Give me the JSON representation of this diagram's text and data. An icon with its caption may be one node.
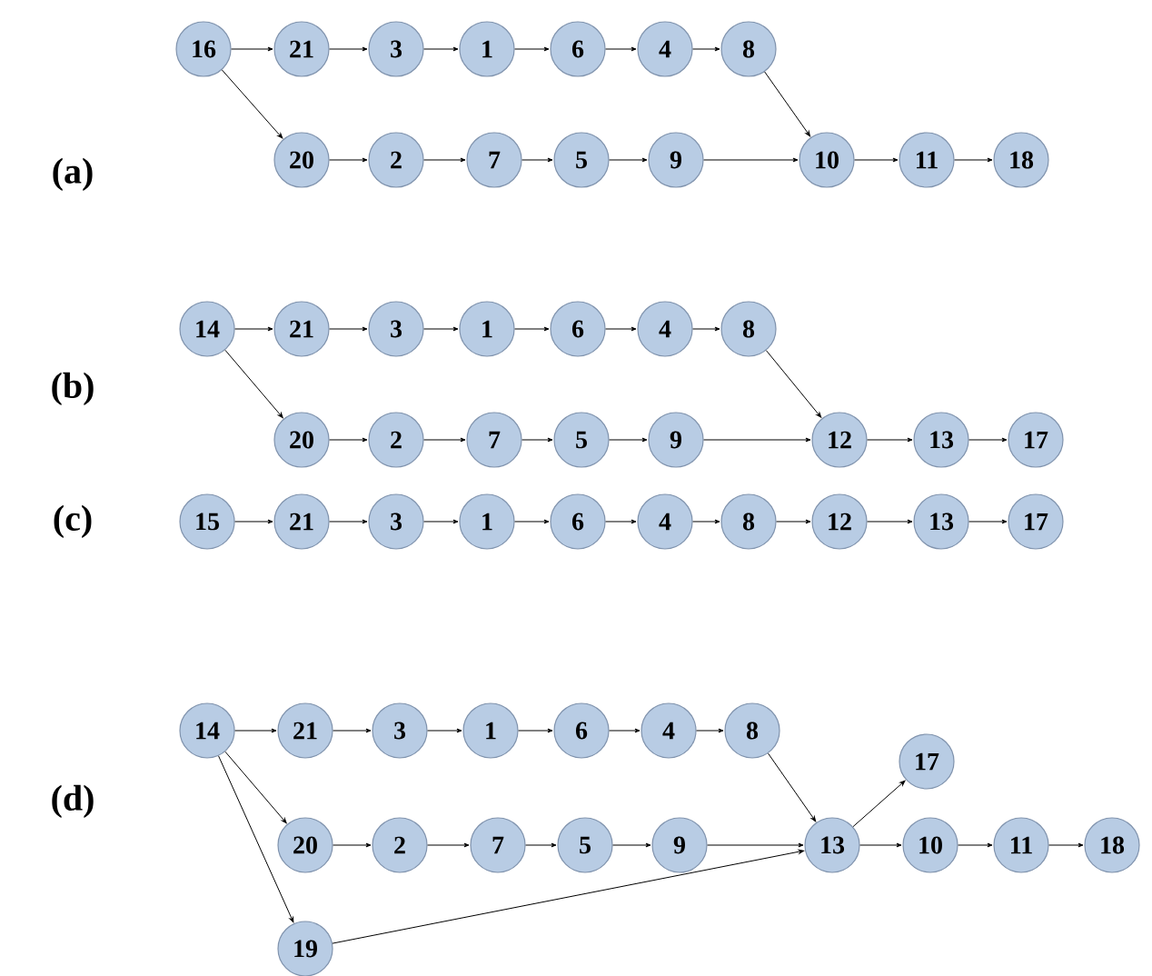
{
  "diagram": {
    "nodes": [
      {
        "text": [
          "16"
        ]
      },
      {
        "text": [
          "21"
        ]
      },
      {
        "text": [
          "3"
        ]
      },
      {
        "text": [
          "1"
        ]
      },
      {
        "text": [
          "6"
        ]
      },
      {
        "text": [
          "4"
        ]
      },
      {
        "text": [
          "8"
        ]
      },
      {
        "text": [
          "20"
        ]
      },
      {
        "text": [
          "2"
        ]
      },
      {
        "text": [
          "7"
        ]
      },
      {
        "text": [
          "5"
        ]
      },
      {
        "text": [
          "9"
        ]
      },
      {
        "text": [
          "10"
        ]
      },
      {
        "text": [
          "11"
        ]
      },
      {
        "text": [
          "18"
        ]
      },
      {
        "text": [
          "14"
        ]
      },
      {
        "text": [
          "21"
        ]
      },
      {
        "text": [
          "3"
        ]
      },
      {
        "text": [
          "1"
        ]
      },
      {
        "text": [
          "6"
        ]
      },
      {
        "text": [
          "4"
        ]
      },
      {
        "text": [
          "8"
        ]
      },
      {
        "text": [
          "20"
        ]
      },
      {
        "text": [
          "2"
        ]
      },
      {
        "text": [
          "7"
        ]
      },
      {
        "text": [
          "5"
        ]
      },
      {
        "text": [
          "9"
        ]
      },
      {
        "text": [
          "12"
        ]
      },
      {
        "text": [
          "13"
        ]
      },
      {
        "text": [
          "17"
        ]
      },
      {
        "text": [
          "15"
        ]
      },
      {
        "text": [
          "21"
        ]
      },
      {
        "text": [
          "3"
        ]
      },
      {
        "text": [
          "1"
        ]
      },
      {
        "text": [
          "6"
        ]
      },
      {
        "text": [
          "4"
        ]
      },
      {
        "text": [
          "8"
        ]
      },
      {
        "text": [
          "12"
        ]
      },
      {
        "text": [
          "13"
        ]
      },
      {
        "text": [
          "17"
        ]
      },
      {
        "text": [
          "14"
        ]
      },
      {
        "text": [
          "21"
        ]
      },
      {
        "text": [
          "3"
        ]
      },
      {
        "text": [
          "1"
        ]
      },
      {
        "text": [
          "6"
        ]
      },
      {
        "text": [
          "4"
        ]
      },
      {
        "text": [
          "8"
        ]
      },
      {
        "text": [
          "17"
        ]
      },
      {
        "text": [
          "20"
        ]
      },
      {
        "text": [
          "2"
        ]
      },
      {
        "text": [
          "7"
        ]
      },
      {
        "text": [
          "5"
        ]
      },
      {
        "text": [
          "9"
        ]
      },
      {
        "text": [
          "13"
        ]
      },
      {
        "text": [
          "10"
        ]
      },
      {
        "text": [
          "11"
        ]
      },
      {
        "text": [
          "18"
        ]
      },
      {
        "text": [
          "19"
        ]
      }
    ],
    "edges": [
      {
        "from": 0,
        "to": 1,
        "arrow": "to"
      },
      {
        "from": 1,
        "to": 2,
        "arrow": "to"
      },
      {
        "from": 2,
        "to": 3,
        "arrow": "to"
      },
      {
        "from": 3,
        "to": 4,
        "arrow": "to"
      },
      {
        "from": 4,
        "to": 5,
        "arrow": "to"
      },
      {
        "from": 5,
        "to": 6,
        "arrow": "to"
      },
      {
        "from": 0,
        "to": 7,
        "arrow": "to"
      },
      {
        "from": 7,
        "to": 8,
        "arrow": "to"
      },
      {
        "from": 8,
        "to": 9,
        "arrow": "to"
      },
      {
        "from": 9,
        "to": 10,
        "arrow": "to"
      },
      {
        "from": 10,
        "to": 11,
        "arrow": "to"
      },
      {
        "from": 11,
        "to": 12,
        "arrow": "to"
      },
      {
        "from": 6,
        "to": 12,
        "arrow": "to"
      },
      {
        "from": 12,
        "to": 13,
        "arrow": "to"
      },
      {
        "from": 13,
        "to": 14,
        "arrow": "to"
      },
      {
        "from": 15,
        "to": 16,
        "arrow": "to"
      },
      {
        "from": 16,
        "to": 17,
        "arrow": "to"
      },
      {
        "from": 17,
        "to": 18,
        "arrow": "to"
      },
      {
        "from": 18,
        "to": 19,
        "arrow": "to"
      },
      {
        "from": 19,
        "to": 20,
        "arrow": "to"
      },
      {
        "from": 20,
        "to": 21,
        "arrow": "to"
      },
      {
        "from": 15,
        "to": 22,
        "arrow": "to"
      },
      {
        "from": 22,
        "to": 23,
        "arrow": "to"
      },
      {
        "from": 23,
        "to": 24,
        "arrow": "to"
      },
      {
        "from": 24,
        "to": 25,
        "arrow": "to"
      },
      {
        "from": 25,
        "to": 26,
        "arrow": "to"
      },
      {
        "from": 26,
        "to": 27,
        "arrow": "to"
      },
      {
        "from": 21,
        "to": 27,
        "arrow": "to"
      },
      {
        "from": 27,
        "to": 28,
        "arrow": "to"
      },
      {
        "from": 28,
        "to": 29,
        "arrow": "to"
      },
      {
        "from": 30,
        "to": 31,
        "arrow": "to"
      },
      {
        "from": 31,
        "to": 32,
        "arrow": "to"
      },
      {
        "from": 32,
        "to": 33,
        "arrow": "to"
      },
      {
        "from": 33,
        "to": 34,
        "arrow": "to"
      },
      {
        "from": 34,
        "to": 35,
        "arrow": "to"
      },
      {
        "from": 35,
        "to": 36,
        "arrow": "to"
      },
      {
        "from": 36,
        "to": 37,
        "arrow": "to"
      },
      {
        "from": 37,
        "to": 38,
        "arrow": "to"
      },
      {
        "from": 38,
        "to": 39,
        "arrow": "to"
      },
      {
        "from": 40,
        "to": 41,
        "arrow": "to"
      },
      {
        "from": 41,
        "to": 42,
        "arrow": "to"
      },
      {
        "from": 42,
        "to": 43,
        "arrow": "to"
      },
      {
        "from": 43,
        "to": 44,
        "arrow": "to"
      },
      {
        "from": 44,
        "to": 45,
        "arrow": "to"
      },
      {
        "from": 45,
        "to": 46,
        "arrow": "to"
      },
      {
        "from": 40,
        "to": 48,
        "arrow": "to"
      },
      {
        "from": 40,
        "to": 57,
        "arrow": "to"
      },
      {
        "from": 48,
        "to": 49,
        "arrow": "to"
      },
      {
        "from": 49,
        "to": 50,
        "arrow": "to"
      },
      {
        "from": 50,
        "to": 51,
        "arrow": "to"
      },
      {
        "from": 51,
        "to": 52,
        "arrow": "to"
      },
      {
        "from": 52,
        "to": 53,
        "arrow": "to"
      },
      {
        "from": 46,
        "to": 53,
        "arrow": "to"
      },
      {
        "from": 57,
        "to": 53,
        "arrow": "to"
      },
      {
        "from": 53,
        "to": 47,
        "arrow": "to"
      },
      {
        "from": 53,
        "to": 54,
        "arrow": "to"
      },
      {
        "from": 54,
        "to": 55,
        "arrow": "to"
      },
      {
        "from": 55,
        "to": 56,
        "arrow": "to"
      }
    ],
    "labels": [
      "(a)",
      "(b)",
      "(c)",
      "(d)"
    ]
  }
}
